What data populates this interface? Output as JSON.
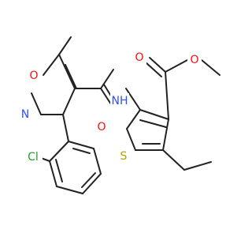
{
  "diagram": {
    "atoms": {
      "isoxazole_o": "O",
      "isoxazole_n": "N",
      "amide_nh": "NH",
      "amide_o": "O",
      "ester_carbonyl_o": "O",
      "ester_methoxy_o": "O",
      "thiophene_s": "S",
      "chlorine": "Cl"
    },
    "colors": {
      "oxygen": "#ff0d0d",
      "nitrogen": "#2f50f8",
      "sulfur": "#b8a000",
      "chlorine": "#1fa01f",
      "bond": "#222222"
    }
  }
}
